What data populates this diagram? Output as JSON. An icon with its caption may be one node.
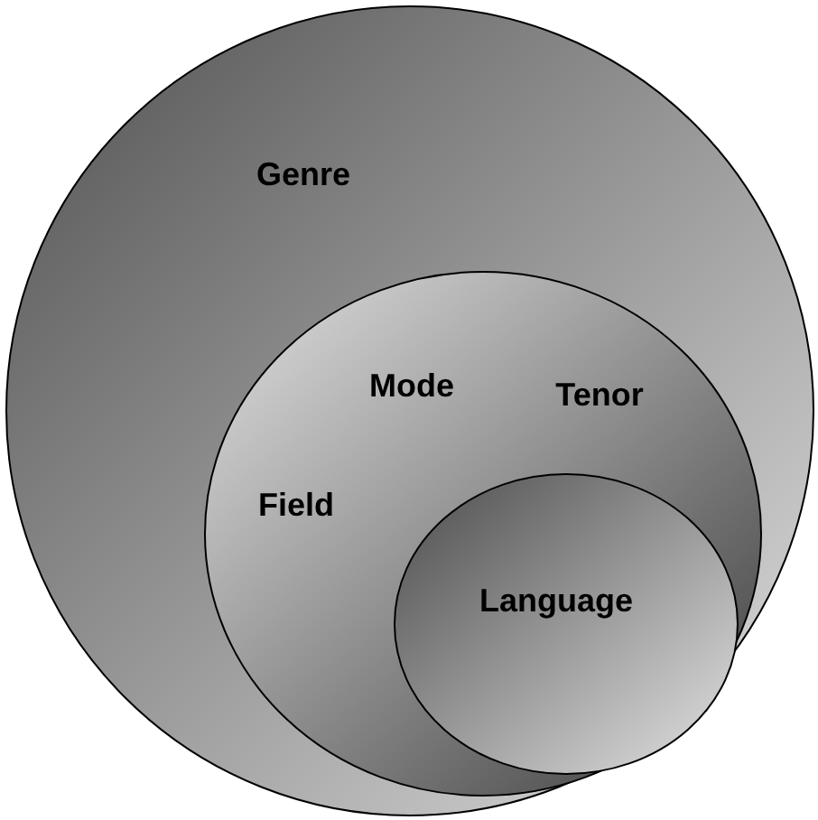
{
  "diagram": {
    "nodes": [
      {
        "text": [
          "Genre"
        ]
      },
      {
        "text": [
          "Mode",
          "Tenor",
          "Field"
        ],
        "in": 0
      },
      {
        "text": [
          "Language"
        ],
        "in": 1
      }
    ]
  }
}
